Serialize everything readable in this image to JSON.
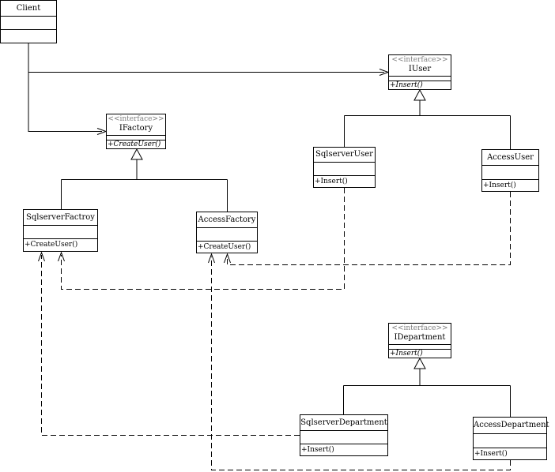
{
  "stereotype": "<<interface>>",
  "classes": {
    "client": {
      "name": "Client"
    },
    "iuser": {
      "name": "IUser",
      "op": "+Insert()"
    },
    "ifactory": {
      "name": "IFactory",
      "op": "+CreateUser()"
    },
    "sqlserver_user": {
      "name": "SqlserverUser",
      "op": "+Insert()"
    },
    "access_user": {
      "name": "AccessUser",
      "op": "+Insert()"
    },
    "sqlserver_factory": {
      "name": "SqlserverFactroy",
      "op": "+CreateUser()"
    },
    "access_factory": {
      "name": "AccessFactory",
      "op": "+CreateUser()"
    },
    "idepartment": {
      "name": "IDepartment",
      "op": "+Insert()"
    },
    "sqlserver_department": {
      "name": "SqlserverDepartment",
      "op": "+Insert()"
    },
    "access_department": {
      "name": "AccessDepartment",
      "op": "+Insert()"
    }
  }
}
